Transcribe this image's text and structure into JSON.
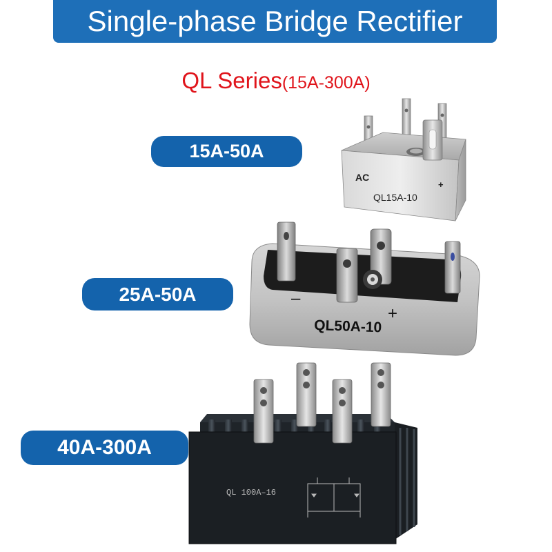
{
  "title": "Single-phase Bridge Rectifier",
  "subtitle": {
    "series": "QL Series",
    "range": "(15A-300A)"
  },
  "products": [
    {
      "range_label": "15A-50A",
      "model": "QL15A-10",
      "terminal_ac": "AC",
      "terminal_plus": "+"
    },
    {
      "range_label": "25A-50A",
      "model": "QL50A-10",
      "terminal_minus": "–",
      "terminal_plus": "+"
    },
    {
      "range_label": "40A-300A",
      "model": "QL  100A–16"
    }
  ],
  "colors": {
    "banner": "#1e6fb8",
    "pill": "#1463ac",
    "subtitle": "#e0141b"
  }
}
